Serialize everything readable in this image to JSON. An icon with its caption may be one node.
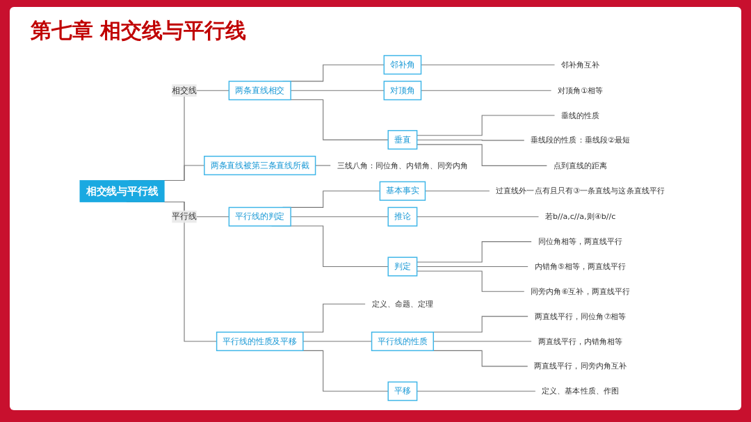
{
  "diagram": {
    "title": "第七章  相交线与平行线",
    "nodes": [
      {
        "text": [
          "相交线与平行线"
        ]
      },
      {
        "text": [
          "两条直线相交"
        ]
      },
      {
        "text": [
          "邻补角"
        ]
      },
      {
        "text": [
          "邻补角互补"
        ]
      },
      {
        "text": [
          "对顶角"
        ]
      },
      {
        "text": [
          "对顶角①相等"
        ]
      },
      {
        "text": [
          "垂直"
        ]
      },
      {
        "text": [
          "垂线的性质"
        ]
      },
      {
        "text": [
          "垂线段的性质：垂线段②最短"
        ]
      },
      {
        "text": [
          "点到直线的距离"
        ]
      },
      {
        "text": [
          "两条直线被第三条直线所截"
        ]
      },
      {
        "text": [
          "三线八角：同位角、内错角、同旁内角"
        ]
      },
      {
        "text": [
          "平行线的判定"
        ]
      },
      {
        "text": [
          "基本事实"
        ]
      },
      {
        "text": [
          "过直线外一点有且只有③一条直线与这条直线平行"
        ]
      },
      {
        "text": [
          "推论"
        ]
      },
      {
        "text": [
          "若b//a,c//a,则④b//c"
        ]
      },
      {
        "text": [
          "判定"
        ]
      },
      {
        "text": [
          "同位角相等，两直线平行"
        ]
      },
      {
        "text": [
          "内错角⑤相等，两直线平行"
        ]
      },
      {
        "text": [
          "同旁内角⑥互补，两直线平行"
        ]
      },
      {
        "text": [
          "平行线的性质及平移"
        ]
      },
      {
        "text": [
          "定义、命题、定理"
        ]
      },
      {
        "text": [
          "平行线的性质"
        ]
      },
      {
        "text": [
          "两直线平行，同位角⑦相等"
        ]
      },
      {
        "text": [
          "两直线平行，内错角相等"
        ]
      },
      {
        "text": [
          "两直线平行，同旁内角互补"
        ]
      },
      {
        "text": [
          "平移"
        ]
      },
      {
        "text": [
          "定义、基本性质、作图"
        ]
      }
    ],
    "edges": [
      {
        "from": 0,
        "to": 1,
        "arrow": "none",
        "label": "相交线"
      },
      {
        "from": 0,
        "to": 10,
        "arrow": "none"
      },
      {
        "from": 1,
        "to": 2,
        "arrow": "none"
      },
      {
        "from": 1,
        "to": 4,
        "arrow": "none"
      },
      {
        "from": 1,
        "to": 6,
        "arrow": "none"
      },
      {
        "from": 2,
        "to": 3,
        "arrow": "none"
      },
      {
        "from": 4,
        "to": 5,
        "arrow": "none"
      },
      {
        "from": 6,
        "to": 7,
        "arrow": "none"
      },
      {
        "from": 6,
        "to": 8,
        "arrow": "none"
      },
      {
        "from": 6,
        "to": 9,
        "arrow": "none"
      },
      {
        "from": 10,
        "to": 11,
        "arrow": "none"
      },
      {
        "from": 0,
        "to": 12,
        "arrow": "none",
        "label": "平行线"
      },
      {
        "from": 0,
        "to": 21,
        "arrow": "none"
      },
      {
        "from": 12,
        "to": 13,
        "arrow": "none"
      },
      {
        "from": 12,
        "to": 15,
        "arrow": "none"
      },
      {
        "from": 12,
        "to": 17,
        "arrow": "none"
      },
      {
        "from": 13,
        "to": 14,
        "arrow": "none"
      },
      {
        "from": 15,
        "to": 16,
        "arrow": "none"
      },
      {
        "from": 17,
        "to": 18,
        "arrow": "none"
      },
      {
        "from": 17,
        "to": 19,
        "arrow": "none"
      },
      {
        "from": 17,
        "to": 20,
        "arrow": "none"
      },
      {
        "from": 21,
        "to": 22,
        "arrow": "none"
      },
      {
        "from": 21,
        "to": 23,
        "arrow": "none"
      },
      {
        "from": 21,
        "to": 27,
        "arrow": "none"
      },
      {
        "from": 23,
        "to": 24,
        "arrow": "none"
      },
      {
        "from": 23,
        "to": 25,
        "arrow": "none"
      },
      {
        "from": 23,
        "to": 26,
        "arrow": "none"
      },
      {
        "from": 27,
        "to": 28,
        "arrow": "none"
      }
    ]
  }
}
